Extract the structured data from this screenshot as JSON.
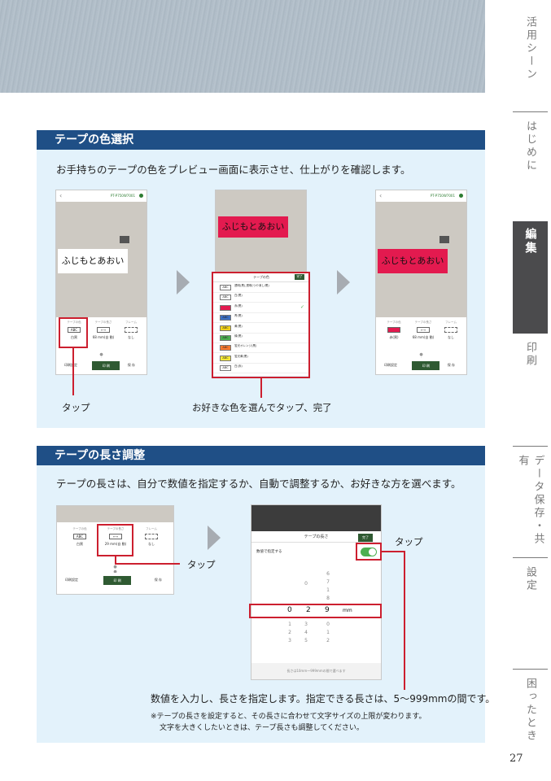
{
  "nav": {
    "items": [
      "活用シーン",
      "はじめに",
      "編集",
      "印刷",
      "データ保存・共有",
      "設定",
      "困ったとき"
    ],
    "active": "編集"
  },
  "page_number": "27",
  "section1": {
    "title": "テープの色選択",
    "description": "お手持ちのテープの色をプレビュー画面に表示させ、仕上がりを確認します。",
    "callout_tap": "タップ",
    "callout_choose": "お好きな色を選んでタップ、完了",
    "phone": {
      "device": "PT-P750W7001",
      "label_text": "ふじもとあおい",
      "options": [
        {
          "caption": "テープの色",
          "box": "ABC",
          "value": "白黒"
        },
        {
          "caption": "テープの長さ",
          "box": "⟷",
          "value": "68 mm(自 動)"
        },
        {
          "caption": "フレーム",
          "box": "",
          "value": "なし"
        }
      ],
      "bottom": {
        "settings": "印刷設定",
        "print": "印 刷",
        "save": "保 存"
      }
    },
    "color_list": {
      "title": "テープの色",
      "done": "完了",
      "rows": [
        {
          "swatch": "ABC",
          "name": "透明(黒),透明(つや消し/黒)",
          "color": "#ffffff"
        },
        {
          "swatch": "ABC",
          "name": "白(黒)",
          "color": "#ffffff"
        },
        {
          "swatch": "",
          "name": "赤(黒)",
          "color": "#e31a4f",
          "checked": true
        },
        {
          "swatch": "ABC",
          "name": "青(黒)",
          "color": "#3a6fc4"
        },
        {
          "swatch": "ABC",
          "name": "黄(黒)",
          "color": "#f2d21b"
        },
        {
          "swatch": "ABC",
          "name": "緑(黒)",
          "color": "#4caf50"
        },
        {
          "swatch": "ABC",
          "name": "蛍光オレンジ(黒)",
          "color": "#ff7a2e"
        },
        {
          "swatch": "ABC",
          "name": "蛍光黄(黒)",
          "color": "#f7ea38"
        },
        {
          "swatch": "ABC",
          "name": "白(赤)",
          "color": "#ffffff"
        }
      ]
    }
  },
  "section2": {
    "title": "テープの長さ調整",
    "description": "テープの長さは、自分で数値を指定するか、自動で調整するか、お好きな方を選べます。",
    "callout_tap1": "タップ",
    "callout_tap2": "タップ",
    "small_phone": {
      "options": [
        {
          "caption": "テープの色",
          "box": "ABC",
          "value": "白黒"
        },
        {
          "caption": "テープの長さ",
          "box": "⟷",
          "value": "29 mm(自 動)"
        },
        {
          "caption": "フレーム",
          "box": "",
          "value": "なし"
        }
      ],
      "bottom": {
        "settings": "印刷設定",
        "print": "印 刷",
        "save": "保 存"
      }
    },
    "length_screen": {
      "title": "テープの長さ",
      "done": "完了",
      "spec_label": "数値で指定する",
      "digits": [
        "0",
        "2",
        "9"
      ],
      "unit": "mm",
      "footer": "長さは10mm～999mmの間で選べます"
    },
    "note_main": "数値を入力し、長さを指定します。指定できる長さは、5～999mmの間です。",
    "note_1": "※テープの長さを設定すると、その長さに合わせて文字サイズの上限が変わります。",
    "note_2": "文字を大きくしたいときは、テープ長さも調整してください。"
  }
}
